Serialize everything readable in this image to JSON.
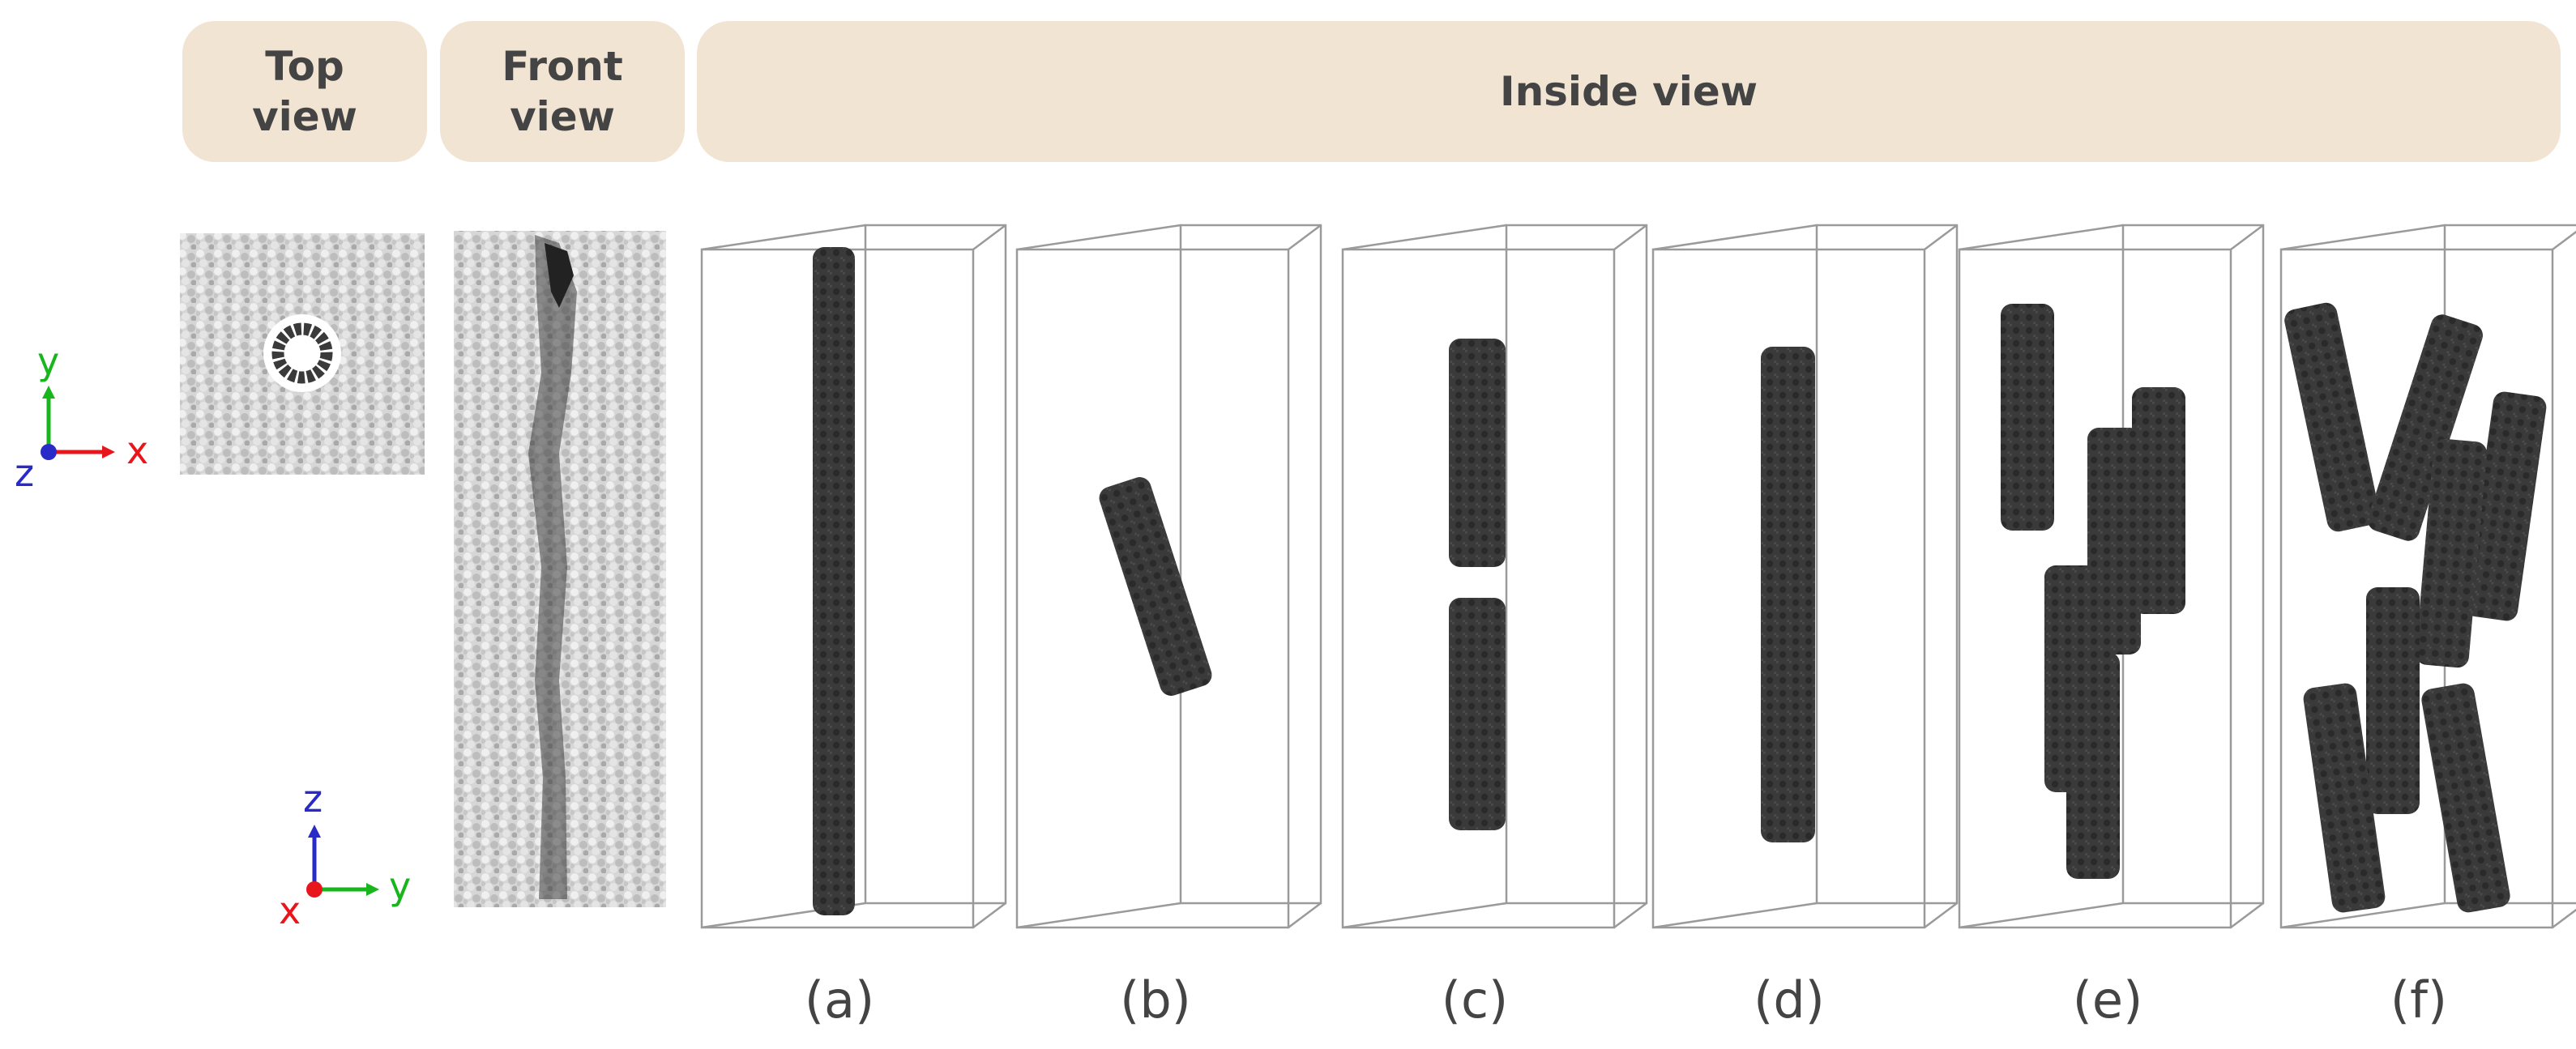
{
  "headers": {
    "top_view": "Top\nview",
    "front_view": "Front\nview",
    "inside_view": "Inside view"
  },
  "panel_labels": [
    "(a)",
    "(b)",
    "(c)",
    "(d)",
    "(e)",
    "(f)"
  ],
  "axes_xy": {
    "x": "x",
    "y": "y",
    "z": "z"
  },
  "axes_yz": {
    "x": "x",
    "y": "y",
    "z": "z"
  },
  "colors": {
    "header_bg": "#f2e4d2",
    "header_text": "#444444",
    "tube": "#3a3a3a",
    "matrix": "#cfcfcf",
    "box_edge": "#9a9a9a",
    "axis_x": "#e8161b",
    "axis_y": "#19b51c",
    "axis_z": "#2a2ac8"
  }
}
